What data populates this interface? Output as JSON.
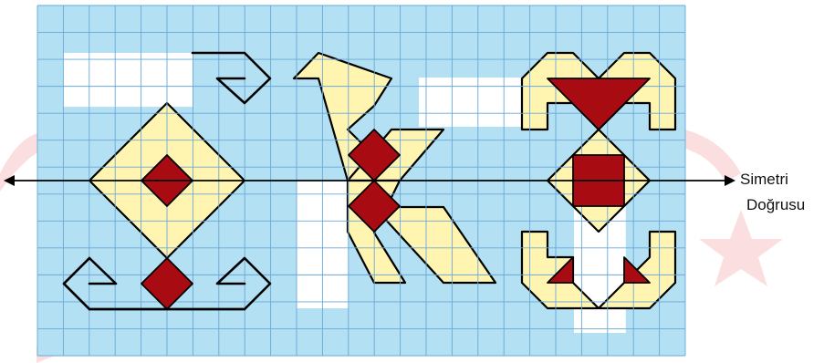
{
  "labels": {
    "line1": "Simetri",
    "line2": "Doğrusu"
  },
  "colors": {
    "grid_fill": "#b3e0f2",
    "grid_line": "#6aa8d8",
    "cream": "#fff5b0",
    "dark_red": "#a80c12",
    "white_cell": "#ffffff",
    "watermark": "#f7c9cc",
    "outline": "#000000"
  },
  "grid": {
    "cols": 25,
    "rows": 13
  }
}
